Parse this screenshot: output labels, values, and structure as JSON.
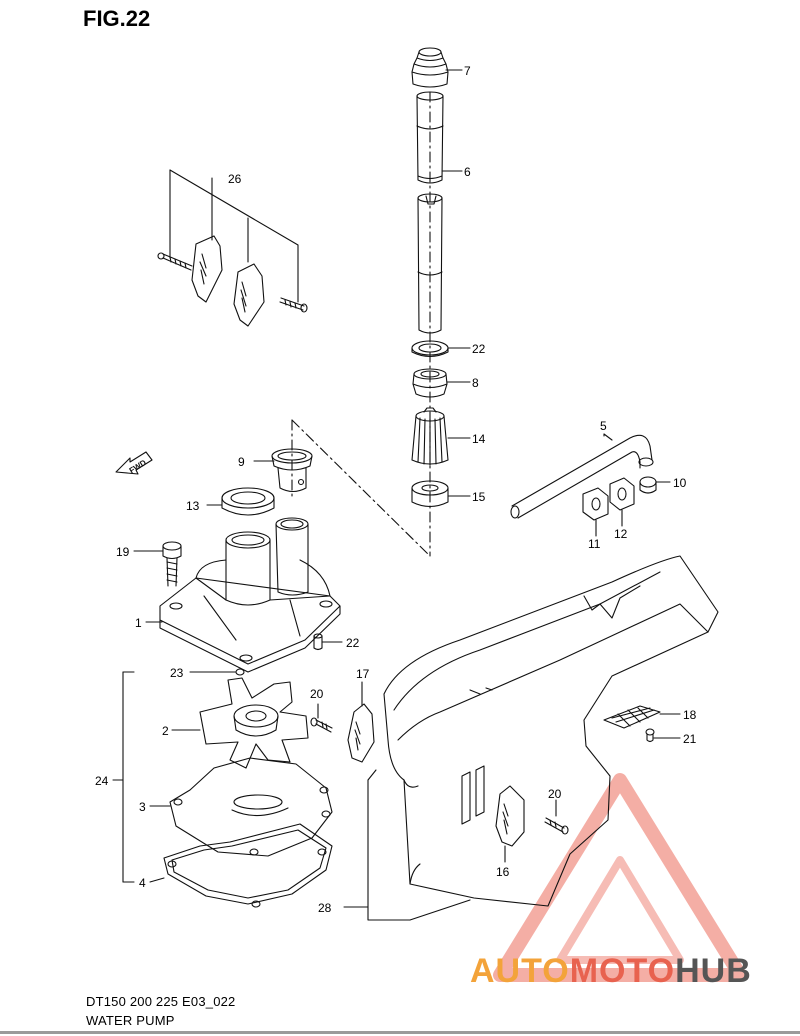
{
  "figure": {
    "title": "FIG.22",
    "code": "DT150 200 225 E03_022",
    "name": "WATER PUMP"
  },
  "fwd_label": "FWD",
  "watermark": {
    "part1": "AUTO",
    "part2": "MOTO",
    "part3": "HUB",
    "color_red": "#e8624f",
    "color_orange": "#f3a33a",
    "color_gray": "#555555"
  },
  "callouts": [
    {
      "id": "c1",
      "label": "1"
    },
    {
      "id": "c2",
      "label": "2"
    },
    {
      "id": "c3",
      "label": "3"
    },
    {
      "id": "c4",
      "label": "4"
    },
    {
      "id": "c5",
      "label": "5"
    },
    {
      "id": "c6",
      "label": "6"
    },
    {
      "id": "c7",
      "label": "7"
    },
    {
      "id": "c8",
      "label": "8"
    },
    {
      "id": "c9",
      "label": "9"
    },
    {
      "id": "c10",
      "label": "10"
    },
    {
      "id": "c11",
      "label": "11"
    },
    {
      "id": "c12",
      "label": "12"
    },
    {
      "id": "c13",
      "label": "13"
    },
    {
      "id": "c14",
      "label": "14"
    },
    {
      "id": "c15",
      "label": "15"
    },
    {
      "id": "c16",
      "label": "16"
    },
    {
      "id": "c17",
      "label": "17"
    },
    {
      "id": "c18",
      "label": "18"
    },
    {
      "id": "c19",
      "label": "19"
    },
    {
      "id": "c20a",
      "label": "20"
    },
    {
      "id": "c20b",
      "label": "20"
    },
    {
      "id": "c21",
      "label": "21"
    },
    {
      "id": "c22",
      "label": "22"
    },
    {
      "id": "c23",
      "label": "23"
    },
    {
      "id": "c24",
      "label": "24"
    },
    {
      "id": "c25",
      "label": "25"
    },
    {
      "id": "c26",
      "label": "26"
    },
    {
      "id": "c28",
      "label": "28"
    }
  ]
}
